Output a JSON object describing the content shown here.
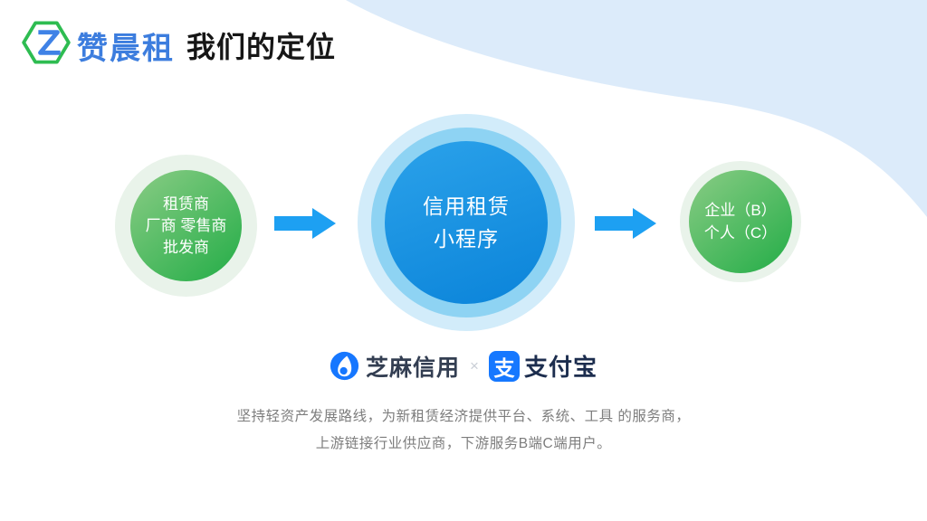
{
  "slide": {
    "logo": {
      "text": "赞晨租"
    },
    "title": "我们的定位",
    "diagram": {
      "source": {
        "line1": "租赁商",
        "line2": "厂商 零售商",
        "line3": "批发商"
      },
      "platform": {
        "line1": "信用租赁",
        "line2": "小程序"
      },
      "customers": {
        "line1": "企业（B）",
        "line2": "个人（C）"
      }
    },
    "partners": {
      "zhima": "芝麻信用",
      "times": "×",
      "alipay_glyph": "支",
      "alipay": "支付宝"
    },
    "footer": {
      "line1": "坚持轻资产发展路线，为新租赁经济提供平台、系统、工具 的服务商，",
      "line2": "上游链接行业供应商，下游服务B端C端用户。"
    },
    "colors": {
      "brand_blue": "#3c7dde",
      "accent_green": "#2db04d",
      "circle_blue": "#0c85da",
      "arrow_blue": "#1da0f2",
      "bg_blue": "#dcebfa",
      "alipay_blue": "#1678ff"
    }
  }
}
